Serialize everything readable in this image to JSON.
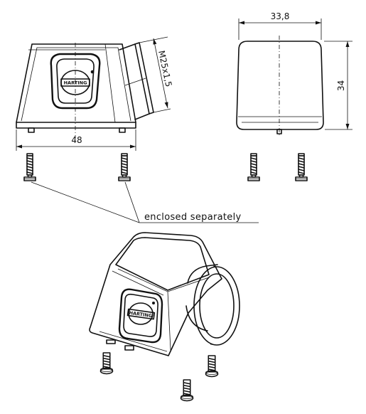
{
  "dimensions": {
    "width_front": "48",
    "thread": "M25x1,5",
    "width_side": "33,8",
    "height_side": "34"
  },
  "callout": {
    "label": "enclosed separately"
  },
  "logo": {
    "text": "HARTING"
  }
}
